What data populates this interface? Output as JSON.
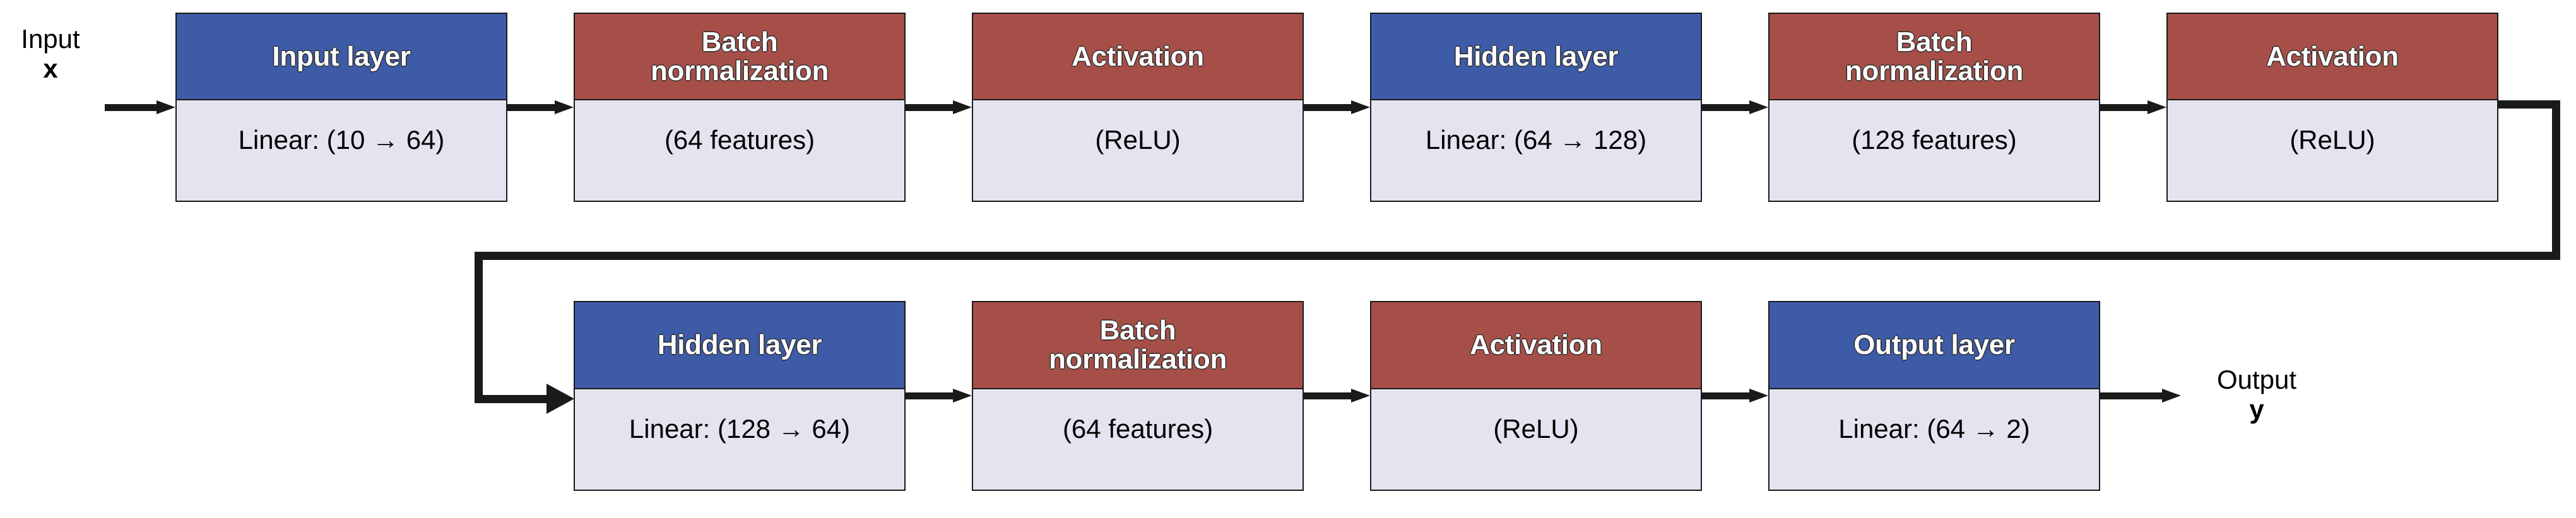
{
  "diagram": {
    "title": "Neural network architecture block diagram",
    "colors": {
      "blue_header": "#3D5BA6",
      "red_header": "#A64F48",
      "body_fill": "#E3E4EF",
      "stroke": "#1A1A1A",
      "background": "#FFFFFF"
    },
    "input_label": {
      "text": "Input",
      "symbol": "x"
    },
    "output_label": {
      "text": "Output",
      "symbol": "y"
    },
    "rows": [
      {
        "nodes": [
          {
            "header": "Input layer",
            "body": "Linear: (10 → 64)",
            "kind": "blue"
          },
          {
            "header": "Batch\nnormalization",
            "body": "(64 features)",
            "kind": "red"
          },
          {
            "header": "Activation",
            "body": "(ReLU)",
            "kind": "red"
          },
          {
            "header": "Hidden layer",
            "body": "Linear: (64 → 128)",
            "kind": "blue"
          },
          {
            "header": "Batch\nnormalization",
            "body": "(128 features)",
            "kind": "red"
          },
          {
            "header": "Activation",
            "body": "(ReLU)",
            "kind": "red"
          }
        ]
      },
      {
        "nodes": [
          {
            "header": "Hidden layer",
            "body": "Linear: (128 → 64)",
            "kind": "blue"
          },
          {
            "header": "Batch\nnormalization",
            "body": "(64 features)",
            "kind": "red"
          },
          {
            "header": "Activation",
            "body": "(ReLU)",
            "kind": "red"
          },
          {
            "header": "Output layer",
            "body": "Linear: (64 → 2)",
            "kind": "blue"
          }
        ]
      }
    ]
  }
}
